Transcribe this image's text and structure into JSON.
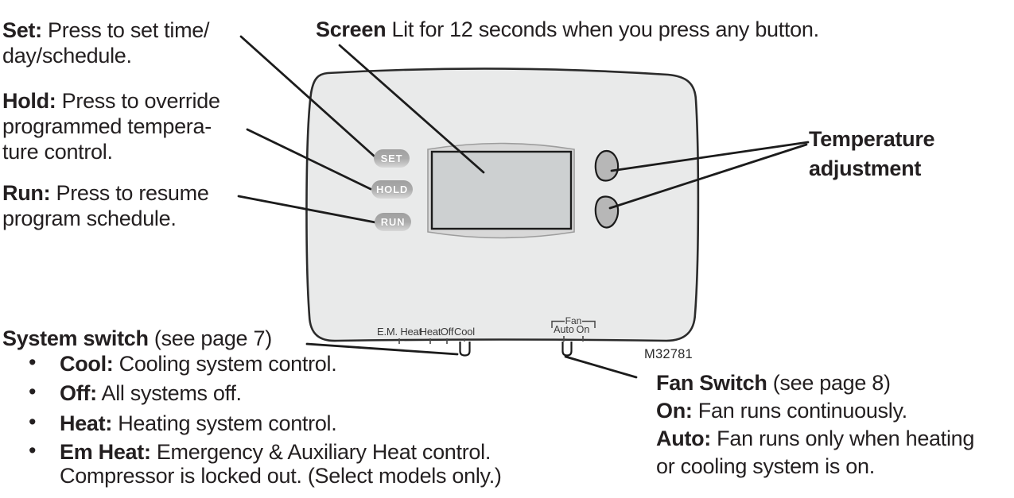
{
  "colors": {
    "text": "#231f20",
    "leader_line": "#1c1c1c",
    "body_fill": "#e9eaea",
    "body_stroke": "#2b2b2b",
    "screen_frame_fill": "#d8d8d8",
    "screen_fill": "#cdd0d1",
    "button_fill": "#ababab",
    "temp_button_fill": "#b7b7b7"
  },
  "callouts": {
    "set": {
      "label": "Set:",
      "rest": " Press to set time/",
      "line2": "day/schedule."
    },
    "hold": {
      "label": "Hold:",
      "rest": " Press to override",
      "line2": "programmed tempera-",
      "line3": "ture control."
    },
    "run": {
      "label": "Run:",
      "rest": " Press to resume",
      "line2": "program schedule."
    },
    "screen": {
      "label": "Screen",
      "rest": " Lit for 12 seconds when you press any button."
    },
    "temperature": {
      "line1": "Temperature",
      "line2": "adjustment"
    },
    "system_switch": {
      "title": "System switch",
      "suffix": " (see page 7)",
      "bullets": [
        {
          "label": "Cool:",
          "text": " Cooling system control."
        },
        {
          "label": "Off:",
          "text": " All systems off."
        },
        {
          "label": "Heat:",
          "text": " Heating system control."
        },
        {
          "label": "Em Heat:",
          "text": " Emergency & Auxiliary Heat control.",
          "text2": "Compressor is locked out. (Select models only.)"
        }
      ]
    },
    "fan_switch": {
      "title": "Fan Switch",
      "suffix": " (see page 8)",
      "on_label": "On:",
      "on_text": " Fan runs continuously.",
      "auto_label": "Auto:",
      "auto_text": " Fan runs only when heating",
      "auto_text2": "or cooling system is on."
    }
  },
  "thermostat": {
    "set_button": "SET",
    "hold_button": "HOLD",
    "run_button": "RUN",
    "system_scale": [
      "E.M. Heat",
      "Heat",
      "Off",
      "Cool"
    ],
    "fan_label": "Fan",
    "fan_scale": [
      "Auto",
      "On"
    ],
    "model_number": "M32781"
  }
}
